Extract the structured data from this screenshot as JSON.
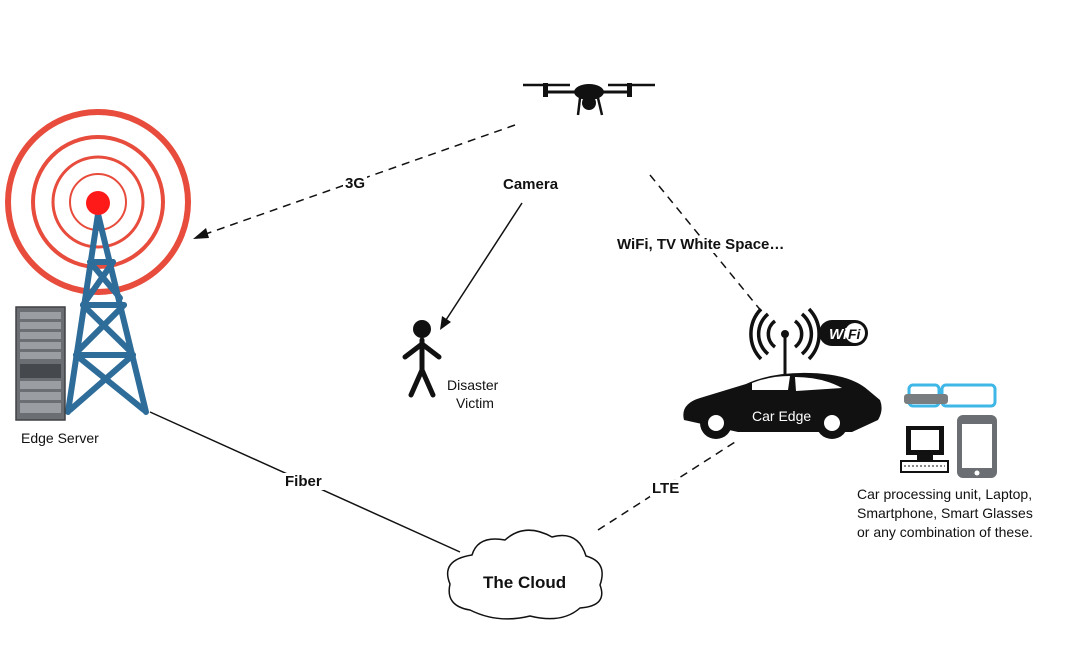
{
  "labels": {
    "edge_server": "Edge Server",
    "link_3g": "3G",
    "camera": "Camera",
    "wifi_link": "WiFi, TV White Space…",
    "victim_line1": "Disaster",
    "victim_line2": "Victim",
    "car_edge": "Car Edge",
    "fiber": "Fiber",
    "lte": "LTE",
    "cloud": "The Cloud",
    "devices_line1": "Car processing unit, Laptop,",
    "devices_line2": "Smartphone, Smart Glasses",
    "devices_line3": "or any combination of these.",
    "wifi_badge_left": "Wi",
    "wifi_badge_right": "Fi"
  },
  "colors": {
    "tower_structure": "#2e6c99",
    "signal_rings": "#e74c3c",
    "tower_beacon": "#ff1a1a",
    "glasses_frame": "#3fb7e6",
    "ink": "#111111"
  },
  "icons": [
    "cell-tower-icon",
    "signal-waves-icon",
    "server-rack-icon",
    "drone-icon",
    "person-icon",
    "car-icon",
    "wifi-badge-icon",
    "smart-glasses-icon",
    "computer-icon",
    "smartphone-icon",
    "cloud-icon"
  ]
}
